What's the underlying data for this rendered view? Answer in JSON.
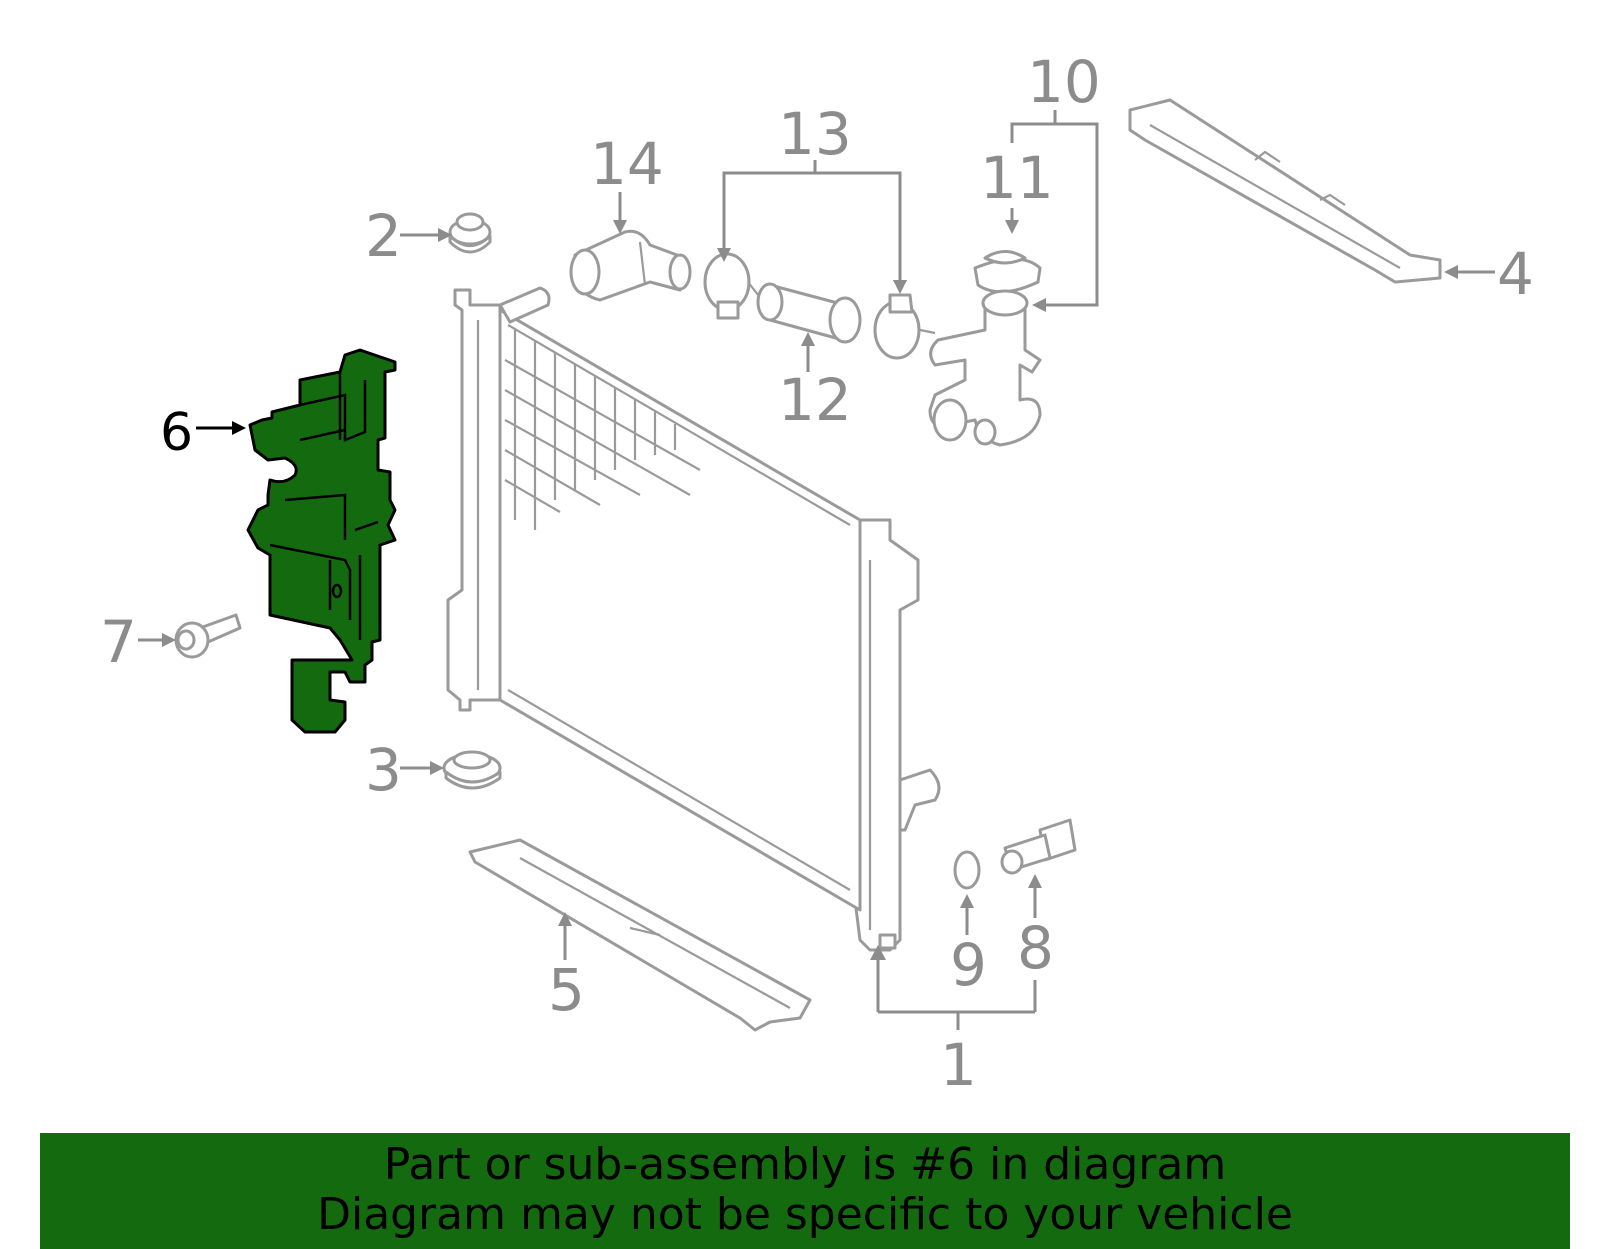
{
  "callouts": {
    "c1": "1",
    "c2": "2",
    "c3": "3",
    "c4": "4",
    "c5": "5",
    "c6": "6",
    "c7": "7",
    "c8": "8",
    "c9": "9",
    "c10": "10",
    "c11": "11",
    "c12": "12",
    "c13": "13",
    "c14": "14"
  },
  "highlighted_part": "6",
  "colors": {
    "highlight": "#146b0f",
    "parts": "#9a9a9a",
    "banner": "#146b0f"
  },
  "banner": {
    "line1": "Part or sub-assembly is #6 in diagram",
    "line2": "Diagram may not be specific to your vehicle"
  }
}
